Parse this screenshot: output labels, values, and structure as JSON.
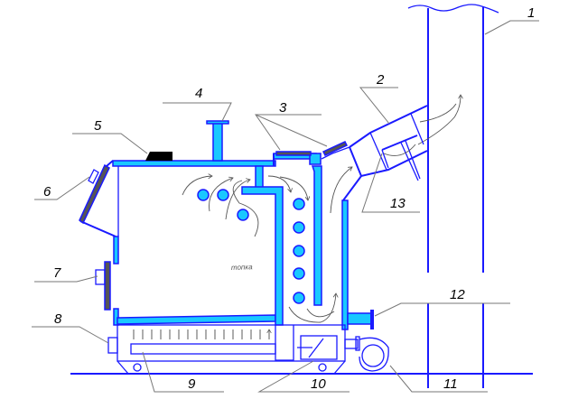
{
  "diagram": {
    "firebox_label": "топка",
    "callouts": [
      "1",
      "2",
      "3",
      "4",
      "5",
      "6",
      "7",
      "8",
      "9",
      "10",
      "11",
      "12",
      "13"
    ],
    "colors": {
      "structure": "#1a1aff",
      "water_jacket": "#19c8ff",
      "leader": "#777777",
      "door": "#555555"
    }
  }
}
